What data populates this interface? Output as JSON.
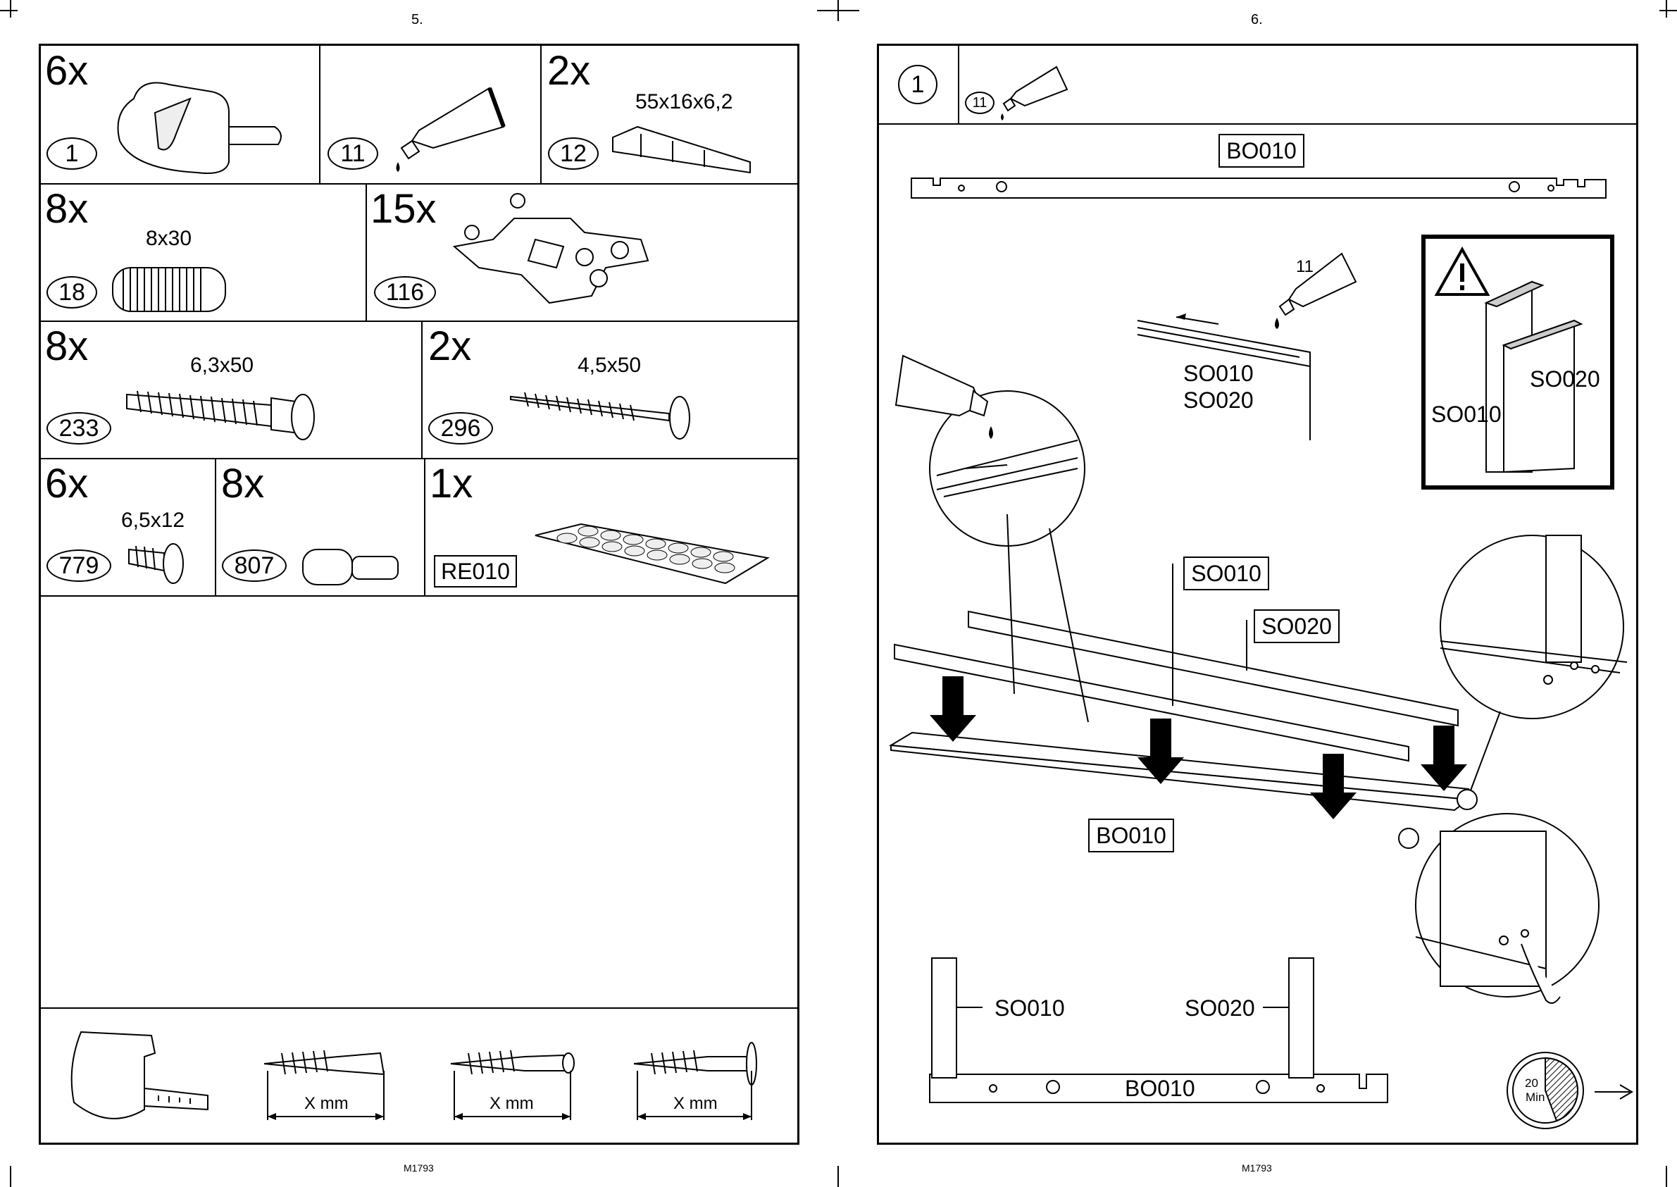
{
  "left_page": {
    "page_number": "5.",
    "footer_code": "M1793",
    "parts": [
      {
        "qty": "6x",
        "part_no": "1",
        "dimension": ""
      },
      {
        "qty": "",
        "part_no": "11",
        "dimension": ""
      },
      {
        "qty": "2x",
        "part_no": "12",
        "dimension": "55x16x6,2"
      },
      {
        "qty": "8x",
        "part_no": "18",
        "dimension": "8x30"
      },
      {
        "qty": "15x",
        "part_no": "116",
        "dimension": ""
      },
      {
        "qty": "8x",
        "part_no": "233",
        "dimension": "6,3x50"
      },
      {
        "qty": "2x",
        "part_no": "296",
        "dimension": "4,5x50"
      },
      {
        "qty": "6x",
        "part_no": "779",
        "dimension": "6,5x12"
      },
      {
        "qty": "8x",
        "part_no": "807",
        "dimension": ""
      },
      {
        "qty": "1x",
        "part_no": "RE010",
        "dimension": ""
      }
    ],
    "measure_labels": [
      "X mm",
      "X mm",
      "X mm"
    ]
  },
  "right_page": {
    "page_number": "6.",
    "footer_code": "M1793",
    "step_number": "1",
    "step_part_ref": "11",
    "panel_labels": {
      "bo010_top": "BO010",
      "glue_ref": "11",
      "so010_side": "SO010",
      "so020_side": "SO020",
      "warn_so010": "SO010",
      "warn_so020": "SO020",
      "assy_so010": "SO010",
      "assy_so020": "SO020",
      "assy_bo010": "BO010",
      "bottom_so010": "SO010",
      "bottom_so020": "SO020",
      "bottom_bo010": "BO010"
    },
    "time_value": "20",
    "time_unit": "Min"
  },
  "icons": [
    "glue-tube-icon",
    "warning-icon",
    "timer-icon",
    "next-arrow-icon",
    "down-arrow-icon"
  ]
}
